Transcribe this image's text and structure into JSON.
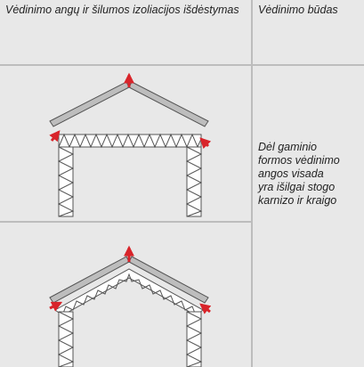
{
  "table": {
    "header_left": "Vėdinimo angų ir šilumos izoliacijos išdėstymas",
    "header_right": "Vėdinimo būdas",
    "description": [
      "Dėl gaminio",
      "formos vėdinimo",
      "angos visada",
      "yra išilgai stogo",
      "karnizo ir kraigo"
    ]
  },
  "colors": {
    "background": "#e8e8e8",
    "grid": "#bdbdbd",
    "arrow": "#d8242a",
    "panel": "#9a9a9a"
  }
}
